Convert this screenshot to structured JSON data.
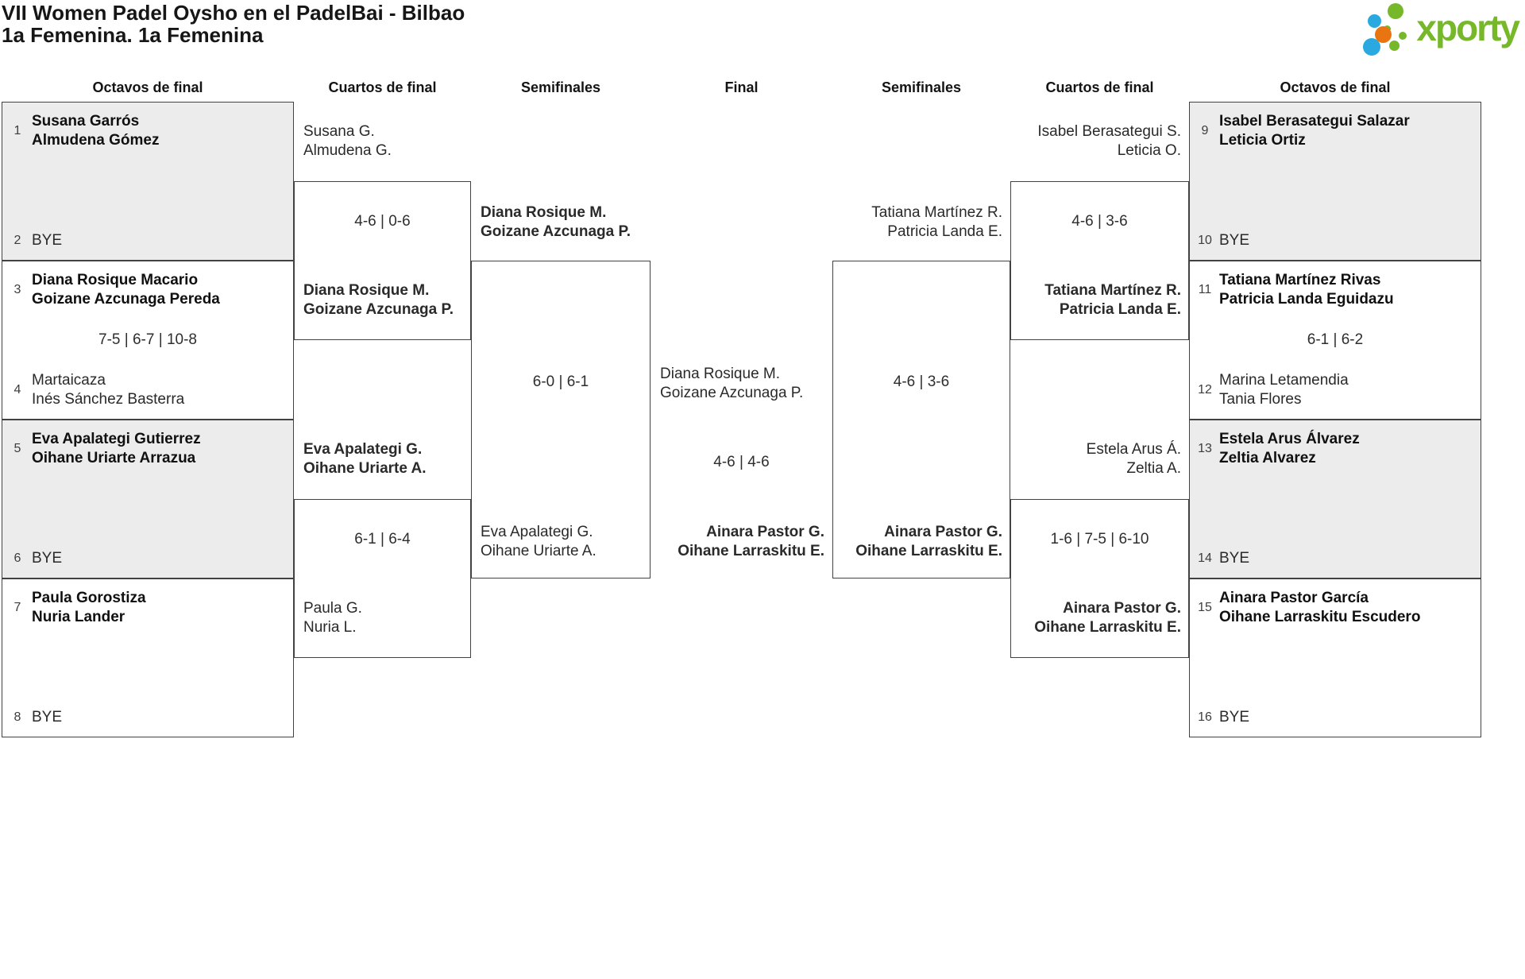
{
  "header": {
    "title": "VII Women Padel Oysho en el PadelBai - Bilbao",
    "subtitle": "1a Femenina. 1a Femenina"
  },
  "logo": {
    "text": "xporty",
    "green": "#76b82a",
    "blue": "#29a9e0",
    "orange": "#e87511"
  },
  "rounds": {
    "octavos_left": "Octavos de final",
    "cuartos_left": "Cuartos de final",
    "semis_left": "Semifinales",
    "final": "Final",
    "semis_right": "Semifinales",
    "cuartos_right": "Cuartos de final",
    "octavos_right": "Octavos de final"
  },
  "octavos_left": [
    {
      "top": {
        "seed": "1",
        "lines": "Susana Garrós\nAlmudena Gómez",
        "bold": true
      },
      "score": "",
      "bottom": {
        "seed": "2",
        "lines": "BYE",
        "bold": false
      }
    },
    {
      "top": {
        "seed": "3",
        "lines": "Diana Rosique Macario\nGoizane Azcunaga Pereda",
        "bold": true
      },
      "score": "7-5 | 6-7 | 10-8",
      "bottom": {
        "seed": "4",
        "lines": "Martaicaza\nInés Sánchez Basterra",
        "bold": false
      }
    },
    {
      "top": {
        "seed": "5",
        "lines": "Eva Apalategi Gutierrez\nOihane Uriarte Arrazua",
        "bold": true
      },
      "score": "",
      "bottom": {
        "seed": "6",
        "lines": "BYE",
        "bold": false
      }
    },
    {
      "top": {
        "seed": "7",
        "lines": "Paula Gorostiza\nNuria Lander",
        "bold": true
      },
      "score": "",
      "bottom": {
        "seed": "8",
        "lines": "BYE",
        "bold": false
      }
    }
  ],
  "octavos_right": [
    {
      "top": {
        "seed": "9",
        "lines": "Isabel Berasategui Salazar\nLeticia Ortiz",
        "bold": true
      },
      "score": "",
      "bottom": {
        "seed": "10",
        "lines": "BYE",
        "bold": false
      }
    },
    {
      "top": {
        "seed": "11",
        "lines": "Tatiana Martínez Rivas\nPatricia Landa Eguidazu",
        "bold": true
      },
      "score": "6-1 | 6-2",
      "bottom": {
        "seed": "12",
        "lines": "Marina Letamendia\nTania Flores",
        "bold": false
      }
    },
    {
      "top": {
        "seed": "13",
        "lines": "Estela Arus Álvarez\nZeltia Alvarez",
        "bold": true
      },
      "score": "",
      "bottom": {
        "seed": "14",
        "lines": "BYE",
        "bold": false
      }
    },
    {
      "top": {
        "seed": "15",
        "lines": "Ainara Pastor García\nOihane Larraskitu Escudero",
        "bold": true
      },
      "score": "",
      "bottom": {
        "seed": "16",
        "lines": "BYE",
        "bold": false
      }
    }
  ],
  "cuartos_left": [
    {
      "feed_top": {
        "lines": "Susana G.\nAlmudena G.",
        "bold": false
      },
      "score": "4-6 | 0-6",
      "feed_bottom": {
        "lines": "Diana Rosique M.\nGoizane Azcunaga P.",
        "bold": true
      }
    },
    {
      "feed_top": {
        "lines": "Eva Apalategi G.\nOihane Uriarte A.",
        "bold": true
      },
      "score": "6-1 | 6-4",
      "feed_bottom": {
        "lines": "Paula G.\nNuria L.",
        "bold": false
      }
    }
  ],
  "semifinal_left": {
    "feed_top": {
      "lines": "Diana Rosique M.\nGoizane Azcunaga P.",
      "bold": true
    },
    "score": "6-0 | 6-1",
    "feed_bottom": {
      "lines": "Eva Apalategi G.\nOihane Uriarte A.",
      "bold": false
    }
  },
  "final": {
    "feed_left": {
      "lines": "Diana Rosique M.\nGoizane Azcunaga P.",
      "bold": false
    },
    "score": "4-6 | 4-6",
    "feed_right": {
      "lines": "Ainara Pastor G.\nOihane Larraskitu E.",
      "bold": true
    }
  },
  "semifinal_right": {
    "feed_top": {
      "lines": "Tatiana Martínez R.\nPatricia Landa E.",
      "bold": false
    },
    "score": "4-6 | 3-6",
    "feed_bottom": {
      "lines": "Ainara Pastor G.\nOihane Larraskitu E.",
      "bold": true
    }
  },
  "cuartos_right": [
    {
      "feed_top": {
        "lines": "Isabel Berasategui S.\nLeticia O.",
        "bold": false
      },
      "score": "4-6 | 3-6",
      "feed_bottom": {
        "lines": "Tatiana Martínez R.\nPatricia Landa E.",
        "bold": true
      }
    },
    {
      "feed_top": {
        "lines": "Estela Arus Á.\nZeltia A.",
        "bold": false
      },
      "score": "1-6 | 7-5 | 6-10",
      "feed_bottom": {
        "lines": "Ainara Pastor G.\nOihane Larraskitu E.",
        "bold": true
      }
    }
  ]
}
